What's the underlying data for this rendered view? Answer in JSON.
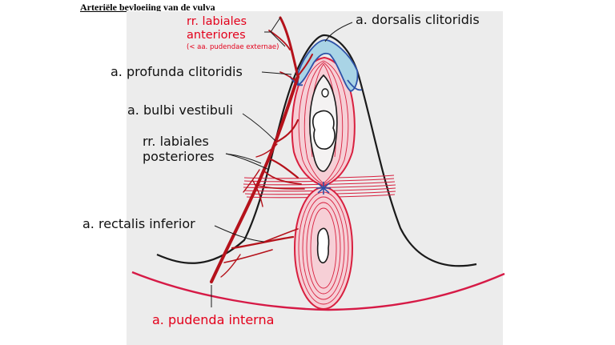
{
  "title": "Arteriële bevloeiing van de vulva",
  "colors": {
    "red_label": "#e3001b",
    "black_label": "#111111",
    "artery": "#b5121b",
    "muscle": "#d8203f",
    "muscle_fill": "#f2c6cd",
    "pink_line": "#d61a46",
    "clitoris_fill": "#a9d4e6",
    "clitoris_line": "#2d52a8",
    "background_panel": "#ececec"
  },
  "labels": {
    "rr_labiales_anteriores_line1": "rr. labiales",
    "rr_labiales_anteriores_line2": "anteriores",
    "rr_labiales_anteriores_note": "(< aa. pudendae externae)",
    "a_dorsalis_clitoridis": "a. dorsalis clitoridis",
    "a_profunda_clitoridis": "a. profunda clitoridis",
    "a_bulbi_vestibuli": "a. bulbi vestibuli",
    "rr_labiales_posteriores_line1": "rr. labiales",
    "rr_labiales_posteriores_line2": "posteriores",
    "a_rectalis_inferior": "a. rectalis inferior",
    "a_pudenda_interna": "a. pudenda interna"
  }
}
